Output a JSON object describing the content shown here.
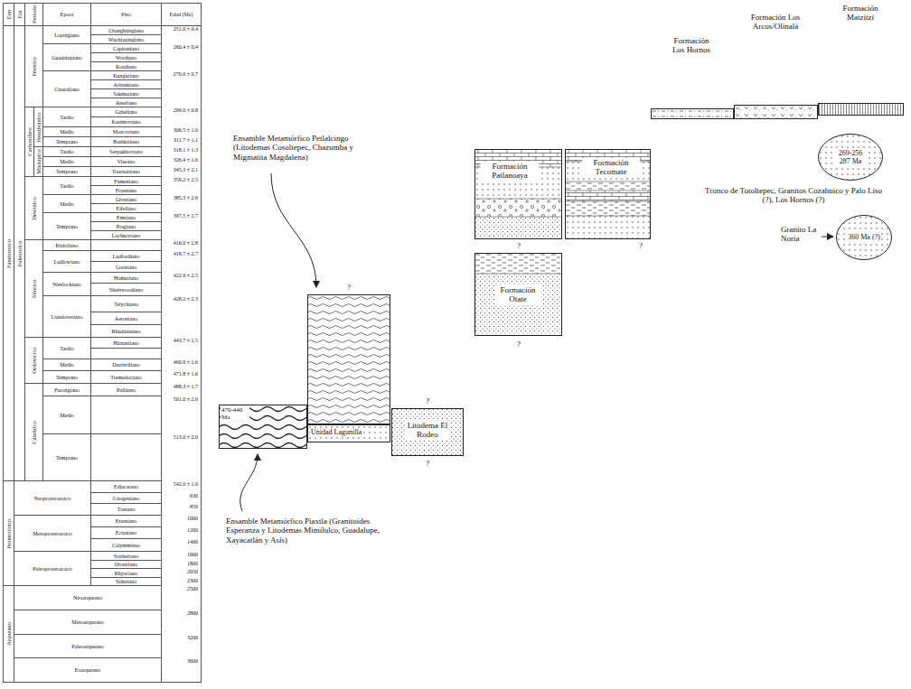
{
  "diagram": {
    "nodes": [
      {
        "text": [
          "Formación Los Hornos"
        ]
      },
      {
        "text": [
          "Formación Los Arcos/Olinalá"
        ]
      },
      {
        "text": [
          "Formación Matzitzi"
        ]
      },
      {
        "text": [
          "269-256 287 Ma",
          "Tronco de Totoltepec, Granitos Cozahuico y Palo Liso (?), Los Hornos (?)"
        ]
      },
      {
        "text": [
          "Formación Patlanoaya",
          "?"
        ]
      },
      {
        "text": [
          "Formación Tecomate",
          "?"
        ]
      },
      {
        "text": [
          "Formación Otate",
          "?"
        ]
      },
      {
        "text": [
          "360 Ma (?)"
        ]
      },
      {
        "text": [
          "?"
        ]
      },
      {
        "text": [
          "Unidad Lagunilla"
        ]
      },
      {
        "text": [
          "470-440 Ma"
        ]
      },
      {
        "text": [
          "?",
          "Litodema El Rodeo",
          "?"
        ]
      }
    ],
    "labels": [
      "Eón",
      "Era",
      "Período",
      "Época",
      "Piso",
      "Edad (Ma)",
      "Fanerozoico",
      "Paleozoico",
      "Pérmico",
      "Lopingiano",
      "Changhsingiano",
      "Wuchiapingiano",
      "Guadalupiano",
      "Capitaniano",
      "Wordiano",
      "Roadiano",
      "Cisuraliano",
      "Kunguriano",
      "Artinskiano",
      "Sakmariano",
      "Asseliano",
      "Carbonífero",
      "Pensilvánico",
      "Tardío",
      "Gzheliano",
      "Kasimoviano",
      "Medio",
      "Moscoviano",
      "Temprano",
      "Bashkiriano",
      "Misisípico",
      "Tardío",
      "Serpukhoviano",
      "Medio",
      "Viseano",
      "Temprano",
      "Tournaisiano",
      "Devónico",
      "Tardío",
      "Fameniano",
      "Frasniano",
      "Medio",
      "Givetiano",
      "Eifeliano",
      "Temprano",
      "Emsiano",
      "Pragiano",
      "Lochkoviano",
      "Silúrico",
      "Pridoliano",
      "Ludlowiano",
      "Ludfordiano",
      "Gorstiano",
      "Wenlockiano",
      "Homeriano",
      "Sheinwoodiano",
      "Llandoveriano",
      "Telychiano",
      "Aeroniano",
      "Rhuddaniano",
      "Ordovícico",
      "Tardío",
      "Hirnantiano",
      "Medio",
      "Darriwiliano",
      "Temprano",
      "Tremadociano",
      "Cámbrico",
      "Furongiano",
      "Paibiano",
      "Medio",
      "Temprano",
      "Proterozoico",
      "Neoproterozoico",
      "Ediacarano",
      "Criogeniano",
      "Toniano",
      "Mesoproterozoico",
      "Esteniano",
      "Ectasiano",
      "Calymmiano",
      "Paleoproterozoico",
      "Statheriano",
      "Orosiriano",
      "Rhyaciano",
      "Sideriano",
      "Arqueano",
      "Neoarqueano",
      "Mesoarqueano",
      "Paleoarqueano",
      "Eoarqueano",
      "251.0 ± 0.4",
      "260.4 ± 0.4",
      "270.6 ± 0.7",
      "299.0 ± 0.8",
      "306.5 ± 1.0",
      "311.7 ± 1.1",
      "318.1 ± 1.3",
      "326.4 ± 1.6",
      "345.3 ± 2.1",
      "359.2 ± 2.5",
      "385.3 ± 2.6",
      "397.5 ± 2.7",
      "416.0 ± 2.8",
      "418.7 ± 2.7",
      "422.9 ± 2.5",
      "428.2 ± 2.3",
      "443.7 ± 1.5",
      "460.9 ± 1.6",
      "471.8 ± 1.6",
      "488.3 ± 1.7",
      "501.0 ± 2.0",
      "513.0 ± 2.0",
      "542.0 ± 1.0",
      "630",
      "850",
      "1000",
      "1200",
      "1400",
      "1600",
      "1800",
      "2050",
      "2300",
      "2500",
      "2800",
      "3200",
      "3600",
      "Ensamble Metamórfico Petlalcingo (Litodemas Cosoltepec, Chazumba y Migmatita Magdalena)",
      "Ensamble Metamórfico Piaxtla (Granitoides Esperanza y Litodemas Mimilulco, Guadalupe, Xayacatlán y Asís)",
      "Granito La Noria"
    ]
  }
}
